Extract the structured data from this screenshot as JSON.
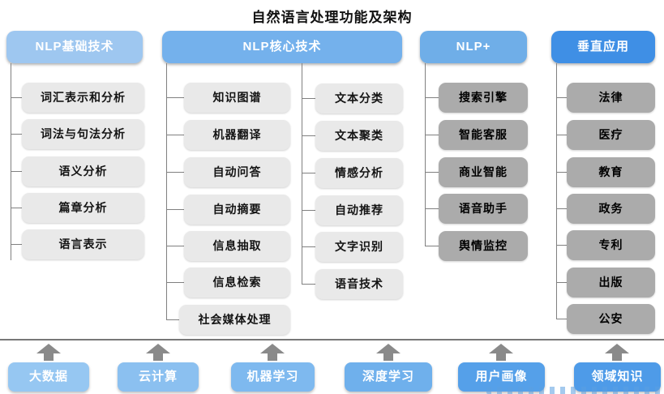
{
  "title": "自然语言处理功能及架构",
  "groups": {
    "basic": {
      "header": "NLP基础技术",
      "items": [
        "词汇表示和分析",
        "词法与句法分析",
        "语义分析",
        "篇章分析",
        "语言表示"
      ]
    },
    "core": {
      "header": "NLP核心技术",
      "items_left": [
        "知识图谱",
        "机器翻译",
        "自动问答",
        "自动摘要",
        "信息抽取",
        "信息检索",
        "社会媒体处理"
      ],
      "items_right": [
        "文本分类",
        "文本聚类",
        "情感分析",
        "自动推荐",
        "文字识别",
        "语音技术"
      ]
    },
    "plus": {
      "header": "NLP+",
      "items": [
        "搜索引擎",
        "智能客服",
        "商业智能",
        "语音助手",
        "舆情监控"
      ]
    },
    "vertical": {
      "header": "垂直应用",
      "items": [
        "法律",
        "医疗",
        "教育",
        "政务",
        "专利",
        "出版",
        "公安"
      ]
    }
  },
  "foundation": {
    "items": [
      {
        "label": "大数据",
        "color": "#96c7f2"
      },
      {
        "label": "云计算",
        "color": "#8bc0f0"
      },
      {
        "label": "机器学习",
        "color": "#7eb9ef"
      },
      {
        "label": "深度学习",
        "color": "#6fb0ec"
      },
      {
        "label": "用户画像",
        "color": "#55a0e9"
      },
      {
        "label": "领域知识",
        "color": "#4e9be8"
      }
    ]
  },
  "colors": {
    "header_basic": "#9ec7f0",
    "header_core": "#74b1ec",
    "header_plus": "#6faee8",
    "header_vertical": "#3f8fe5",
    "box_light": "#e9e9e9",
    "box_dark": "#ababab",
    "connector": "#808080",
    "arrow": "#8a8a8a"
  }
}
